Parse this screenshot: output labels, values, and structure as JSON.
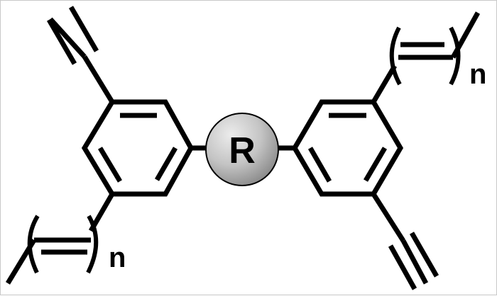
{
  "diagram": {
    "type": "chemical-structure",
    "description": "Two 1,3,5-trisubstituted benzene rings linked through a central R group; each ring bears an ethynyl (C≡C) group and a repeating vinylene (–CH=CH–)n chain.",
    "core": {
      "label": "R",
      "fill_light": "#e6e6e6",
      "fill_dark": "#8c8c8c"
    },
    "left_unit": {
      "ring": "benzene",
      "substituents": [
        {
          "position": "top",
          "group": "ethynyl"
        },
        {
          "position": "bottom",
          "group": "vinylene-repeat",
          "subscript": "n"
        }
      ]
    },
    "right_unit": {
      "ring": "benzene",
      "substituents": [
        {
          "position": "top",
          "group": "vinylene-repeat",
          "subscript": "n"
        },
        {
          "position": "bottom",
          "group": "ethynyl"
        }
      ]
    },
    "labels": {
      "core": "R",
      "repeat_left": "n",
      "repeat_right": "n"
    }
  }
}
